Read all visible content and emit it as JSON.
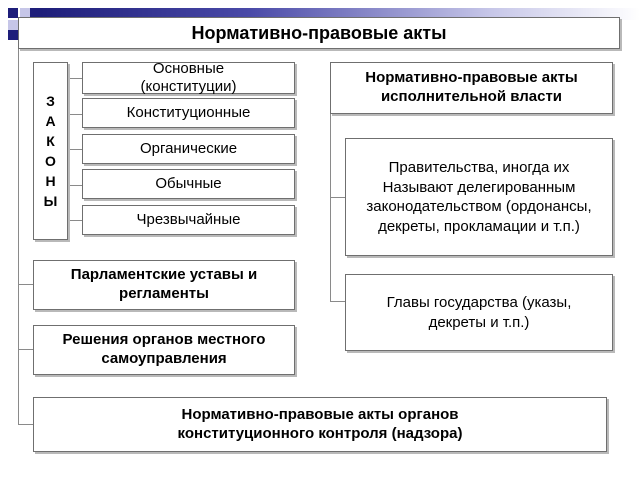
{
  "title": "Нормативно-правовые акты",
  "laws": {
    "vertical_label": [
      "З",
      "А",
      "К",
      "О",
      "Н",
      "Ы"
    ],
    "items": [
      "Основные (конституции)",
      "Конституционные",
      "Органические",
      "Обычные",
      "Чрезвычайные"
    ]
  },
  "parliament": "Парламентские уставы и регламенты",
  "local": "Решения органов местного самоуправления",
  "constitutional_control": "Нормативно-правовые акты органов конституционного контроля (надзора)",
  "executive": {
    "header": "Нормативно-правовые акты исполнительной власти",
    "government": "Правительства, иногда их Называют делегированным законодательством (ордонансы, декреты, прокламации и т.п.)",
    "heads_of_state": "Главы государства (указы, декреты и т.п.)"
  }
}
